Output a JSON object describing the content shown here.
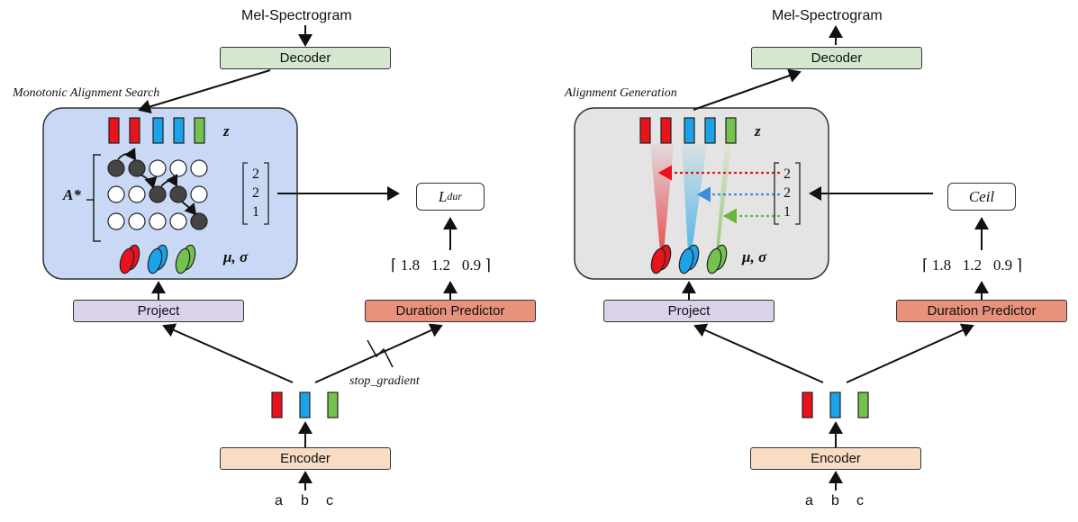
{
  "left": {
    "top_label": "Mel-Spectrogram",
    "decoder": "Decoder",
    "panel_title": "Monotonic Alignment Search",
    "z_label": "z",
    "a_label": "A*",
    "mu_sigma": "μ, σ",
    "matrix": [
      "2",
      "2",
      "1"
    ],
    "loss_label": "L",
    "loss_sub": "dur",
    "durations": "1.8   1.2   0.9",
    "project": "Project",
    "duration_predictor": "Duration Predictor",
    "stop_gradient": "stop_gradient",
    "encoder": "Encoder",
    "inputs": [
      "a",
      "b",
      "c"
    ]
  },
  "right": {
    "top_label": "Mel-Spectrogram",
    "decoder": "Decoder",
    "panel_title": "Alignment Generation",
    "z_label": "z",
    "mu_sigma": "μ, σ",
    "matrix": [
      "2",
      "2",
      "1"
    ],
    "ceil_label": "Ceil",
    "durations": "1.8   1.2   0.9",
    "project": "Project",
    "duration_predictor": "Duration Predictor",
    "encoder": "Encoder",
    "inputs": [
      "a",
      "b",
      "c"
    ]
  },
  "colors": {
    "red": "#e8131b",
    "blue": "#1aa3e8",
    "green": "#74c24d",
    "panel_left": "#c9d9f5",
    "panel_right": "#e4e4e4",
    "node_dark": "#444444"
  }
}
